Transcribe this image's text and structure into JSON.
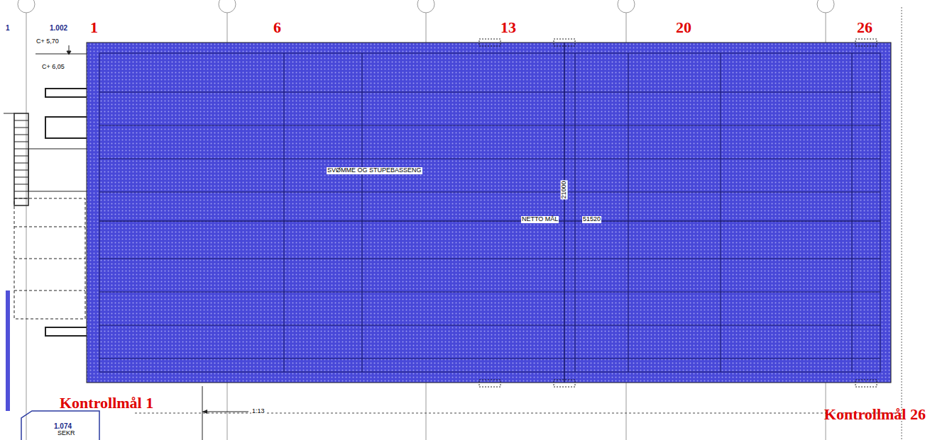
{
  "diagram": {
    "nodes": [
      {
        "text": [
          "SVØMME OG STUPEBASSENG"
        ]
      }
    ],
    "labels": [
      "1",
      "1.002",
      "C+ 5,70",
      "C+ 6,05",
      "1",
      "6",
      "13",
      "20",
      "26",
      "21000",
      "NETTO MÅL",
      "51520",
      "Kontrollmål 1",
      "1:13",
      "Kontrollmål 26",
      "1.074",
      "SEKR"
    ]
  }
}
